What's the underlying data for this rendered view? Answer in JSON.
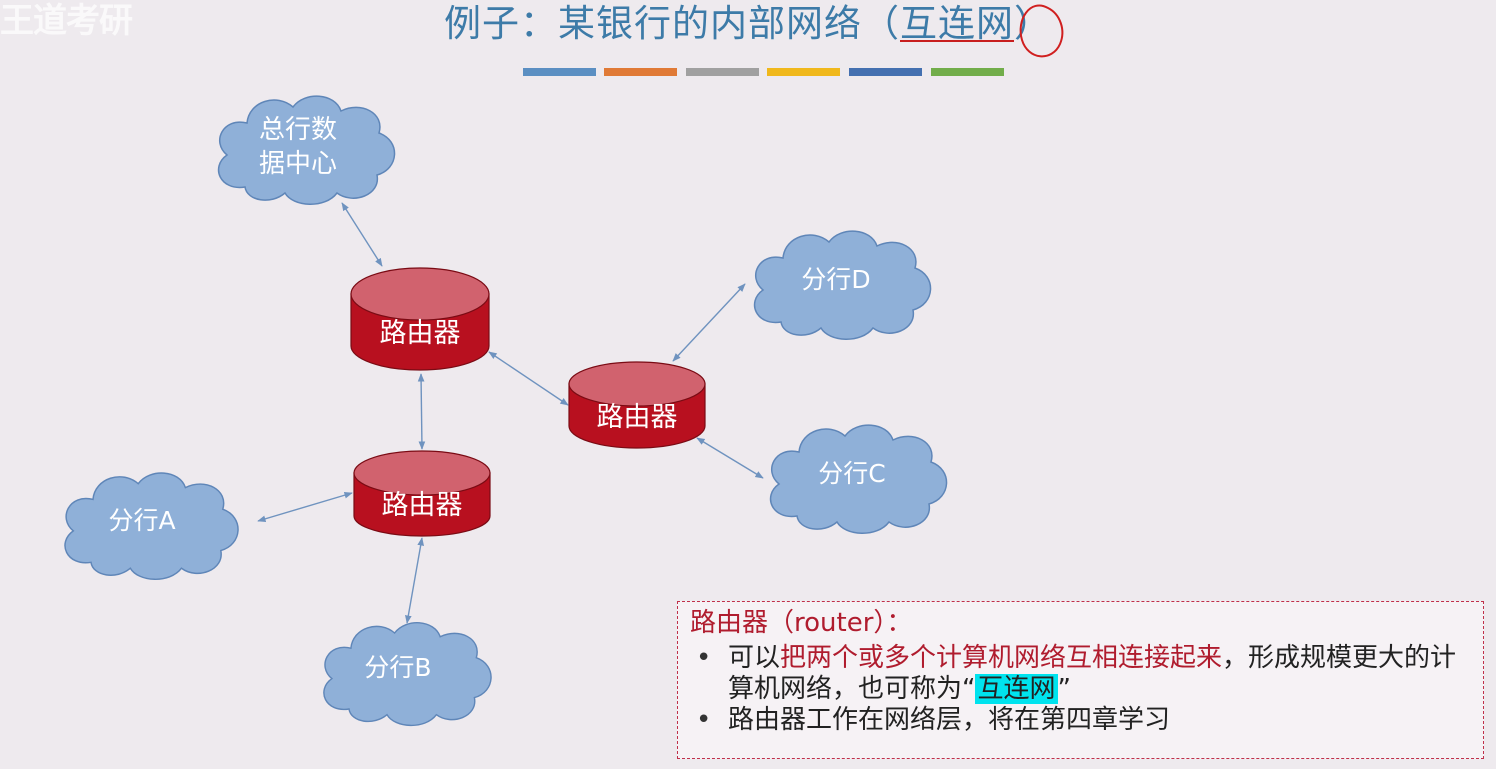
{
  "watermark": "王道考研",
  "title": {
    "prefix": "例子：某银行的内部网络（",
    "highlight": "互连网",
    "suffix": "）"
  },
  "color_bar": [
    "#5b8fc2",
    "#e07a36",
    "#a0a0a0",
    "#f0b81c",
    "#4470b0",
    "#72ad4a"
  ],
  "clouds": {
    "hq": "总行数\n据中心",
    "a": "分行A",
    "b": "分行B",
    "c": "分行C",
    "d": "分行D"
  },
  "routers": {
    "r1": "路由器",
    "r2": "路由器",
    "r3": "路由器"
  },
  "info": {
    "heading": "路由器（router）：",
    "b1_pre": "可以",
    "b1_red": "把两个或多个计算机网络互相连接起来",
    "b1_post": "，形成规模更大的计算机网络，也可称为“",
    "b1_hl": "互连网",
    "b1_end": "”",
    "b2": "路由器工作在网络层，将在第四章学习"
  },
  "colors": {
    "cloud_fill": "#8fb0d8",
    "cloud_stroke": "#5f86b8",
    "router_top": "#d1626e",
    "router_body": "#b8101f",
    "arrow": "#6f93bf"
  }
}
